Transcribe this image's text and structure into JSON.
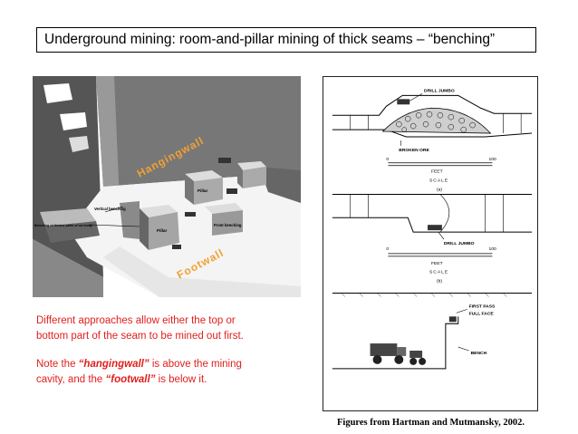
{
  "slide": {
    "title": "Underground mining: room-and-pillar mining of thick seams – “benching”",
    "caption": "Figures from Hartman and Mutmansky, 2002."
  },
  "left_figure": {
    "hangingwall_label": "Hangingwall",
    "footwall_label": "Footwall",
    "vertical_benching": "Vertical benching",
    "pillar_top": "Pillar",
    "pillar_front": "Pillar",
    "front_benching": "Front benching",
    "thicker_parts": "Benching of thicker parts of ore body"
  },
  "right_figure": {
    "drill_jumbo_a": "DRILL JUMBO",
    "broken_ore": "BROKEN ORE",
    "scale_a_zero": "0",
    "scale_a_hundred": "100",
    "feet_a": "FEET",
    "scale_word_a": "SCALE",
    "panel_a": "(a)",
    "drill_jumbo_b": "DRILL JUMBO",
    "scale_b_zero": "0",
    "scale_b_hundred": "100",
    "feet_b": "FEET",
    "scale_word_b": "SCALE",
    "panel_b": "(b)",
    "first_pass": "FIRST PASS",
    "full_face": "FULL FACE",
    "bench": "BENCH"
  },
  "notes": {
    "line1": "Different approaches allow either the top or",
    "line2": "bottom part of the seam to be mined out first.",
    "line3_pre": "Note the ",
    "line3_hw": "“hangingwall”",
    "line3_post": " is above the mining",
    "line4_pre": "cavity, and the ",
    "line4_fw": "“footwall”",
    "line4_post": " is below it."
  },
  "colors": {
    "accent_red": "#e0201c",
    "label_orange": "#f2a034"
  }
}
